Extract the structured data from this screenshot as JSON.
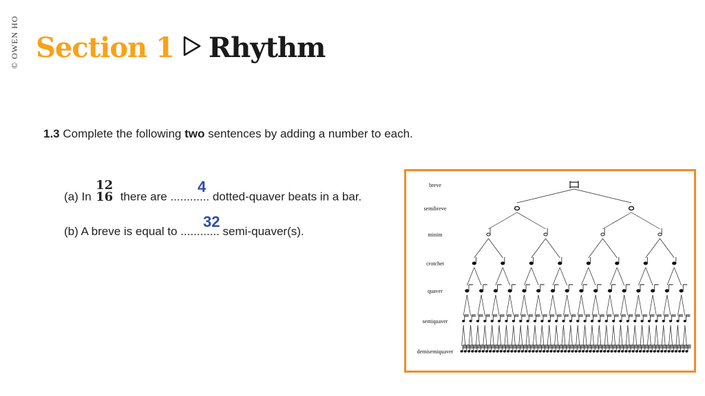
{
  "copyright": "© OWEN HO",
  "title": {
    "section": "Section 1",
    "topic": "Rhythm"
  },
  "question": {
    "number": "1.3",
    "text_before": " Complete the following ",
    "emphasis": "two",
    "text_after": " sentences by adding a number to each."
  },
  "part_a": {
    "prefix": "(a) In",
    "time_signature_top": "12",
    "time_signature_bottom": "16",
    "suffix": "there are ............ dotted-quaver beats in a bar.",
    "answer": "4"
  },
  "part_b": {
    "prefix": "(b) A breve is equal to ............ semi-quaver(s).",
    "answer": "32"
  },
  "diagram": {
    "levels": [
      "breve",
      "semibreve",
      "minim",
      "crotchet",
      "quaver",
      "semiquaver",
      "demisemiquaver"
    ],
    "border_color": "#f08c2b"
  },
  "colors": {
    "section": "#f7a21b",
    "answer": "#2d4fa0"
  }
}
